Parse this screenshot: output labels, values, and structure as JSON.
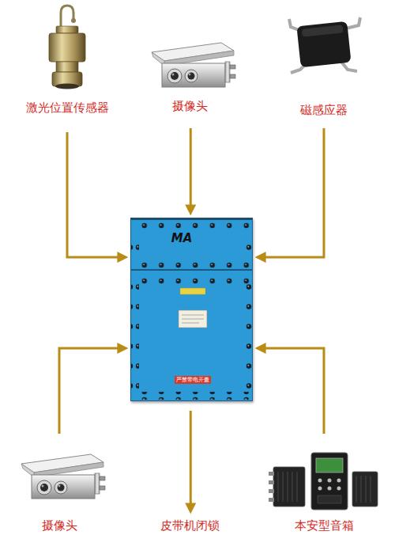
{
  "diagram": {
    "nodes": [
      {
        "text": [
          "激光位置传感器"
        ]
      },
      {
        "text": [
          "摄像头"
        ]
      },
      {
        "text": [
          "磁感应器"
        ]
      },
      {
        "text": [
          "MA",
          "严禁带电开盖"
        ]
      },
      {
        "text": [
          "摄像头"
        ]
      },
      {
        "text": [
          "皮带机闭锁"
        ]
      },
      {
        "text": [
          "本安型音箱"
        ]
      }
    ],
    "edges": [
      {
        "from": 0,
        "to": 3,
        "arrow": "to"
      },
      {
        "from": 1,
        "to": 3,
        "arrow": "to"
      },
      {
        "from": 2,
        "to": 3,
        "arrow": "to"
      },
      {
        "from": 4,
        "to": 3,
        "arrow": "to"
      },
      {
        "from": 3,
        "to": 5,
        "arrow": "to"
      },
      {
        "from": 6,
        "to": 3,
        "arrow": "to"
      }
    ]
  }
}
